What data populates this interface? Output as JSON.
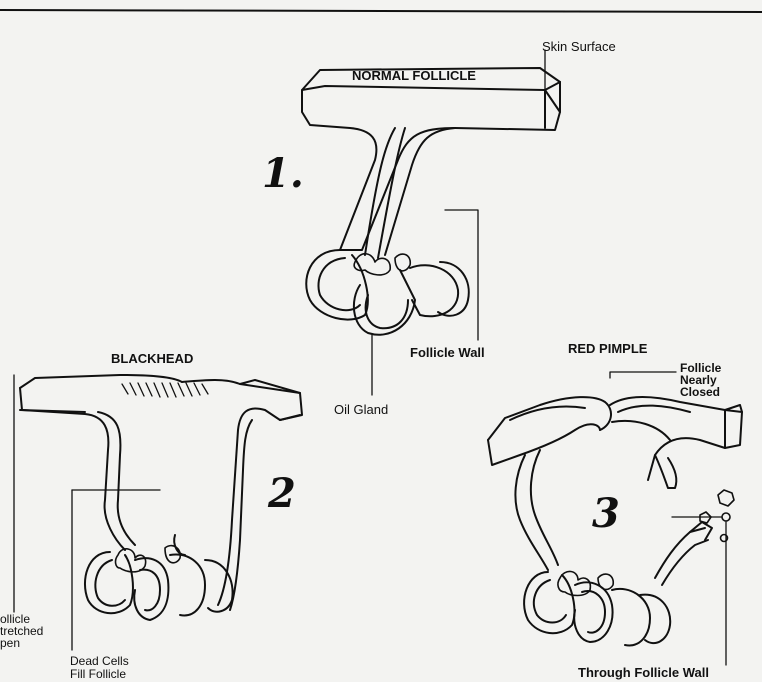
{
  "diagram": {
    "panels": [
      {
        "id": "1",
        "number": "1.",
        "title": "NORMAL FOLLICLE",
        "labels": [
          "Skin Surface",
          "Follicle Wall",
          "Oil Gland"
        ]
      },
      {
        "id": "2",
        "number": "2",
        "title": "BLACKHEAD",
        "labels": [
          "ollicle\ntretched\npen",
          "Dead Cells\nFill Follicle"
        ]
      },
      {
        "id": "3",
        "number": "3",
        "title": "RED PIMPLE",
        "labels": [
          "Follicle\nNearly\nClosed",
          "Through Follicle Wall"
        ]
      }
    ]
  },
  "colors": {
    "ink": "#111111",
    "paper": "#f3f3f1"
  }
}
